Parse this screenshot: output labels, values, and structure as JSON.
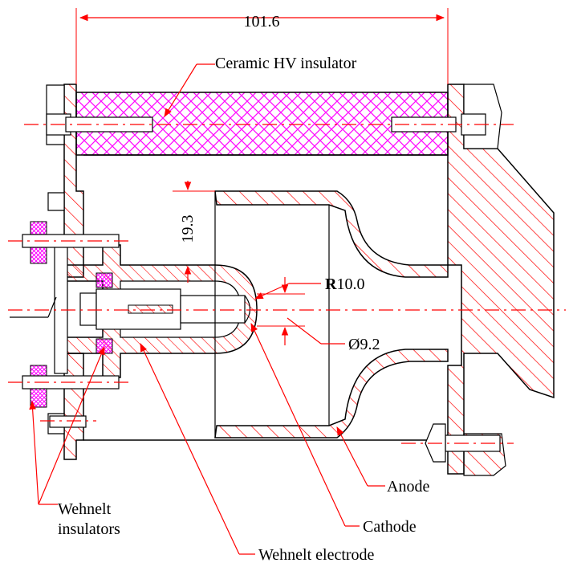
{
  "labels": {
    "dimension_length": "101.6",
    "insulator": "Ceramic HV insulator",
    "dimension_gap": "19.3",
    "radius_prefix": "R",
    "radius_value": "10.0",
    "diameter": "Ø9.2",
    "anode": "Anode",
    "cathode": "Cathode",
    "wehnelt_electrode": "Wehnelt electrode",
    "wehnelt_insulators_line1": "Wehnelt",
    "wehnelt_insulators_line2": "insulators"
  },
  "colors": {
    "line": "#000000",
    "hatch": "#ff0000",
    "insulator_hatch": "#ff00ff",
    "leader": "#ff0000"
  }
}
